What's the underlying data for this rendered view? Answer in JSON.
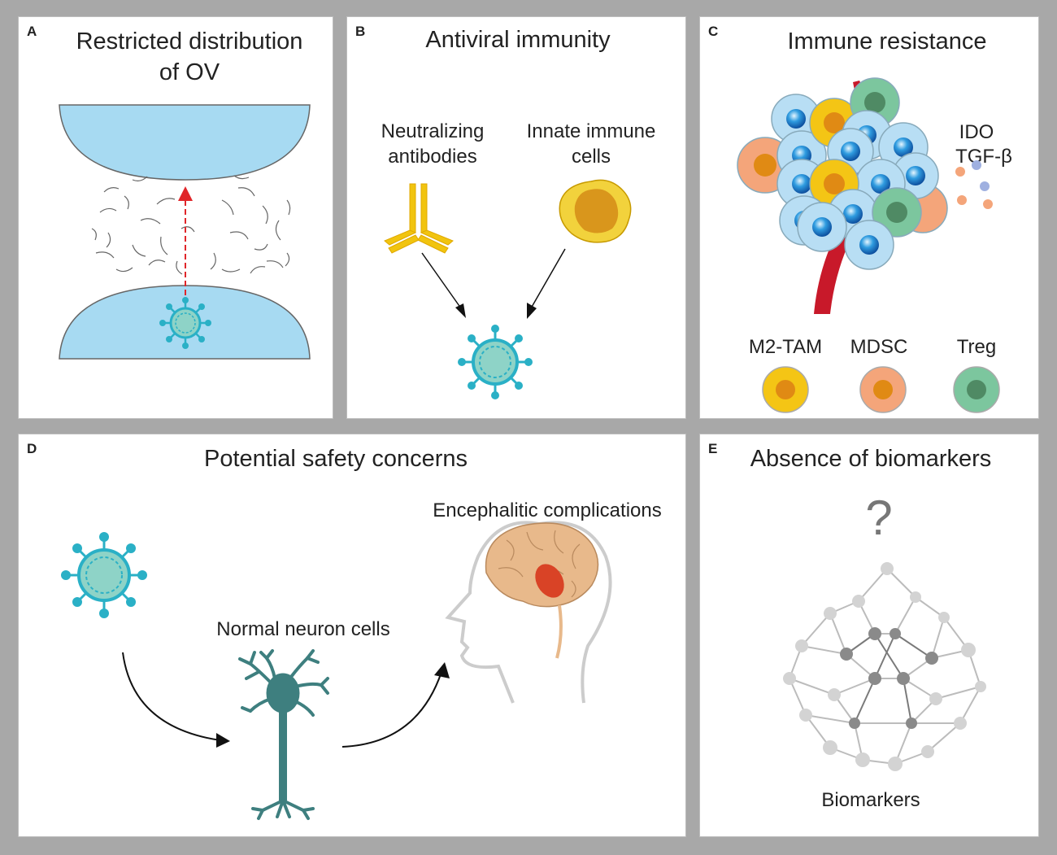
{
  "panels": {
    "a": {
      "letter": "A",
      "title_line1": "Restricted distribution",
      "title_line2": "of OV"
    },
    "b": {
      "letter": "B",
      "title": "Antiviral immunity",
      "label_left_1": "Neutralizing",
      "label_left_2": "antibodies",
      "label_right_1": "Innate immune",
      "label_right_2": "cells"
    },
    "c": {
      "letter": "C",
      "title": "Immune resistance",
      "ido": "IDO",
      "tgf": "TGF-β",
      "legend": [
        "M2-TAM",
        "MDSC",
        "Treg"
      ]
    },
    "d": {
      "letter": "D",
      "title": "Potential safety concerns",
      "neuron_label": "Normal neuron cells",
      "brain_label": "Encephalitic complications"
    },
    "e": {
      "letter": "E",
      "title": "Absence of biomarkers",
      "question": "?",
      "network_label": "Biomarkers"
    }
  },
  "colors": {
    "bg": "#a8a8a8",
    "panel": "#ffffff",
    "blue_fluid": "#a7daf2",
    "virus": "#2ab0c6",
    "virus_core": "#8ed3c7",
    "antibody": "#f1c40f",
    "innate_cell": "#f2d23c",
    "innate_core": "#d9961c",
    "m2tam": "#f4c515",
    "mdsc": "#f4a57a",
    "treg": "#7cc69e",
    "vessel": "#c8192a",
    "neuron": "#3e7f7f",
    "brain": "#e8b98b",
    "lesion": "#d94326",
    "arrow_red": "#e0262a",
    "node_light": "#d3d3d3",
    "node_dark": "#8a8a8a"
  },
  "icons": [
    "virus-icon",
    "antibody-icon",
    "innate-cell-icon",
    "tumor-cell-icon",
    "blood-vessel-icon",
    "neuron-icon",
    "head-brain-icon",
    "network-icon"
  ]
}
